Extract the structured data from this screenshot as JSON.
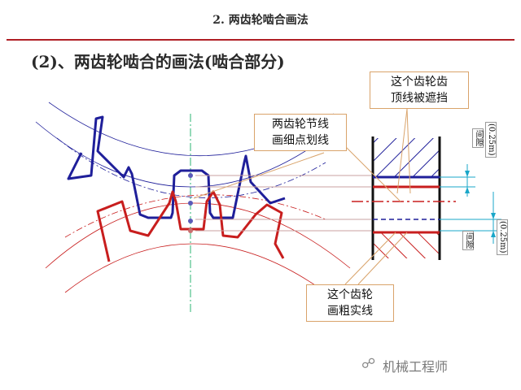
{
  "header": {
    "title": "2. 两齿轮啮合画法"
  },
  "subtitle": "(2)、两齿轮啮合的画法(啮合部分)",
  "callouts": {
    "addendum_hidden": [
      "这个齿轮齿",
      "顶线被遮挡"
    ],
    "pitch_line": [
      "两齿轮节线",
      "画细点划线"
    ],
    "thick_line": [
      "这个齿轮",
      "画粗实线"
    ]
  },
  "dimensions": {
    "gap_label_top": "间隙",
    "gap_value_top": "(0.25m)",
    "gap_label_bottom": "间隙",
    "gap_value_bottom": "(0.25m)"
  },
  "watermark": {
    "text": "机械工程师",
    "icon": "wechat-icon"
  },
  "colors": {
    "accent_rule": "#b01e24",
    "upper_gear": "#1f1f9a",
    "lower_gear": "#c81e1e",
    "center_line": "#2bb673",
    "dimension": "#1aa7c9",
    "callout_border": "#d9a36a"
  }
}
